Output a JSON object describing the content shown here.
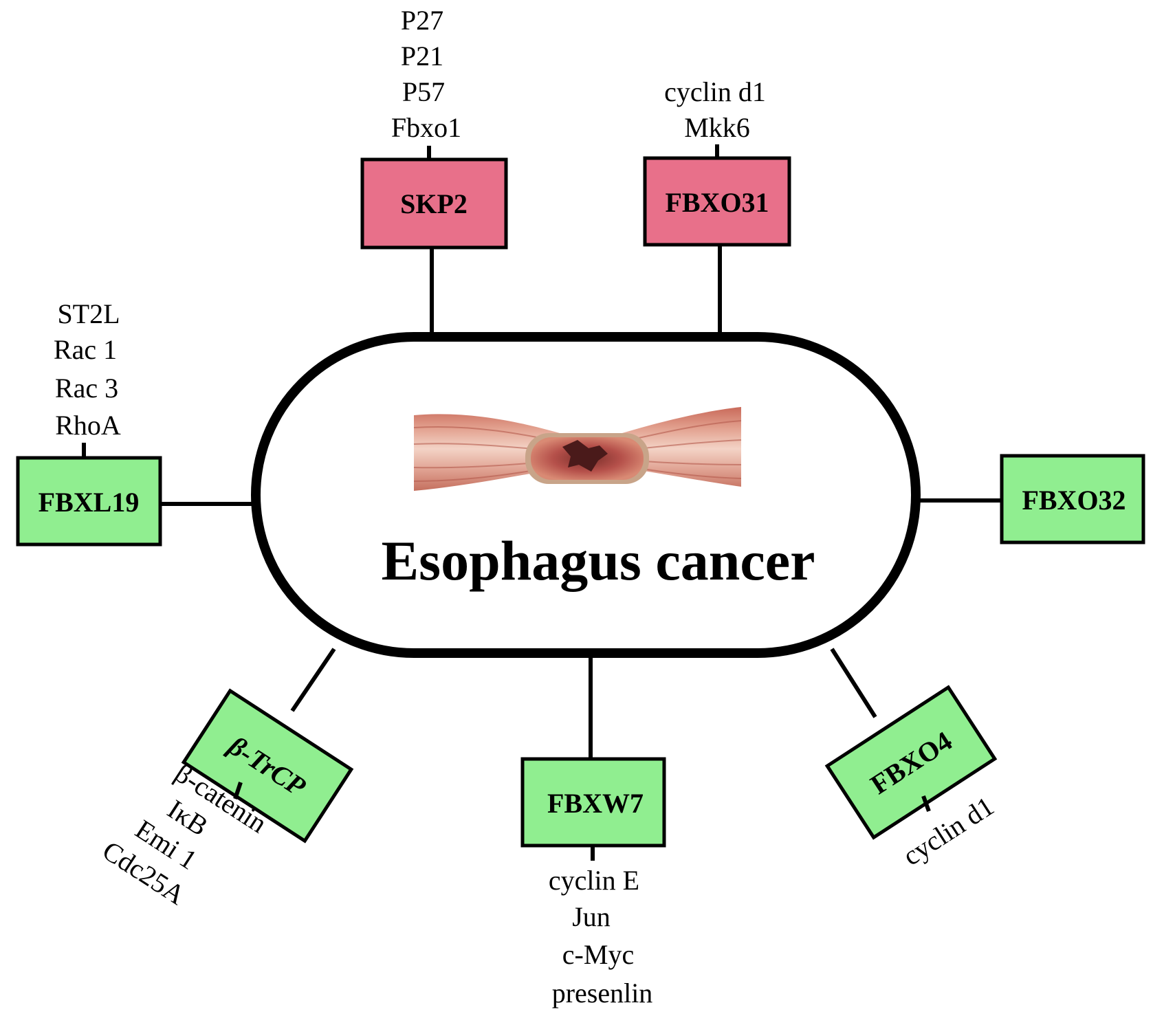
{
  "center": {
    "title": "Esophagus cancer",
    "illustration": "esophagus-tumor-illustration"
  },
  "colors": {
    "oncogene_box": "#e8708a",
    "suppressor_box": "#90ee90",
    "outline": "#000000"
  },
  "proteins": {
    "skp2": {
      "label": "SKP2",
      "targets": [
        "P27",
        "P21",
        "P57",
        "Fbxo1"
      ]
    },
    "fbxo31": {
      "label": "FBXO31",
      "targets": [
        "cyclin d1",
        "Mkk6"
      ]
    },
    "fbxl19": {
      "label": "FBXL19",
      "targets": [
        "ST2L",
        "Rac 1",
        "Rac 3",
        "RhoA"
      ]
    },
    "fbxo32": {
      "label": "FBXO32",
      "targets": []
    },
    "btrcp": {
      "label": "β-TrCP",
      "targets": [
        "β-catenin",
        "IκB",
        "Emi 1",
        "Cdc25A"
      ]
    },
    "fbxw7": {
      "label": "FBXW7",
      "targets": [
        "cyclin E",
        "Jun",
        "c-Myc",
        "presenlin"
      ]
    },
    "fbxo4": {
      "label": "FBXO4",
      "targets": [
        "cyclin d1"
      ]
    }
  }
}
